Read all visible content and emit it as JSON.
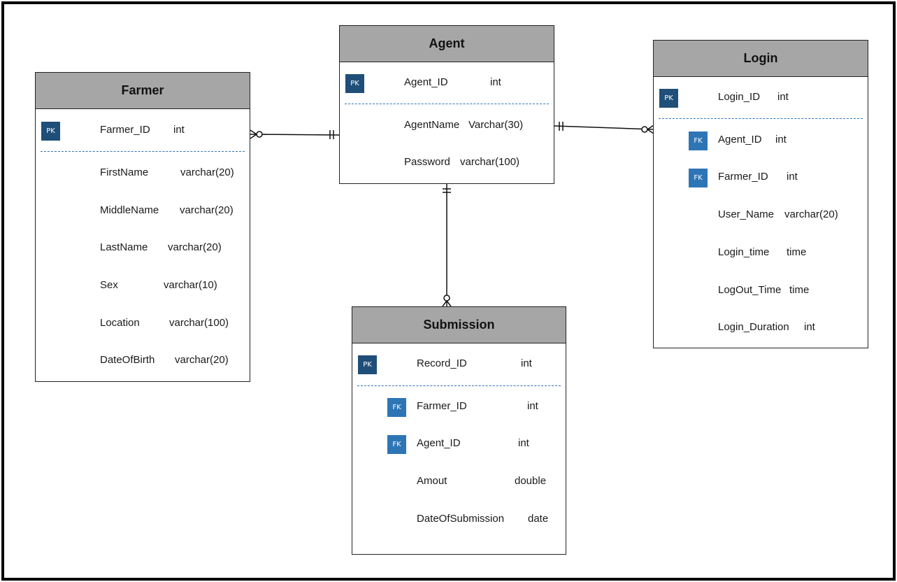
{
  "entities": {
    "farmer": {
      "name": "Farmer",
      "pk": {
        "badge": "PK",
        "name": "Farmer_ID",
        "type": "int"
      },
      "fields": [
        {
          "name": "FirstName",
          "type": "varchar(20)"
        },
        {
          "name": "MiddleName",
          "type": "varchar(20)"
        },
        {
          "name": "LastName",
          "type": "varchar(20)"
        },
        {
          "name": "Sex",
          "type": "varchar(10)"
        },
        {
          "name": "Location",
          "type": "varchar(100)"
        },
        {
          "name": "DateOfBirth",
          "type": "varchar(20)"
        }
      ]
    },
    "agent": {
      "name": "Agent",
      "pk": {
        "badge": "PK",
        "name": "Agent_ID",
        "type": "int"
      },
      "fields": [
        {
          "name": "AgentName",
          "type": "Varchar(30)"
        },
        {
          "name": "Password",
          "type": "varchar(100)"
        }
      ]
    },
    "login": {
      "name": "Login",
      "pk": {
        "badge": "PK",
        "name": "Login_ID",
        "type": "int"
      },
      "fields": [
        {
          "badge": "FK",
          "name": "Agent_ID",
          "type": "int"
        },
        {
          "badge": "FK",
          "name": "Farmer_ID",
          "type": "int"
        },
        {
          "name": "User_Name",
          "type": "varchar(20)"
        },
        {
          "name": "Login_time",
          "type": "time"
        },
        {
          "name": "LogOut_Time",
          "type": "time"
        },
        {
          "name": "Login_Duration",
          "type": "int"
        }
      ]
    },
    "submission": {
      "name": "Submission",
      "pk": {
        "badge": "PK",
        "name": "Record_ID",
        "type": "int"
      },
      "fields": [
        {
          "badge": "FK",
          "name": "Farmer_ID",
          "type": "int"
        },
        {
          "badge": "FK",
          "name": "Agent_ID",
          "type": "int"
        },
        {
          "name": "Amout",
          "type": "double"
        },
        {
          "name": "DateOfSubmission",
          "type": "date"
        }
      ]
    }
  },
  "relationships": [
    {
      "from": "Agent",
      "to": "Farmer",
      "from_end": "one-and-only-one",
      "to_end": "zero-or-many"
    },
    {
      "from": "Agent",
      "to": "Login",
      "from_end": "one-and-only-one",
      "to_end": "zero-or-many"
    },
    {
      "from": "Agent",
      "to": "Submission",
      "from_end": "one-and-only-one",
      "to_end": "zero-or-many"
    }
  ],
  "colors": {
    "header": "#a6a6a6",
    "pk_badge": "#1f4e79",
    "fk_badge": "#2e75b6",
    "divider": "#2e75b6"
  }
}
